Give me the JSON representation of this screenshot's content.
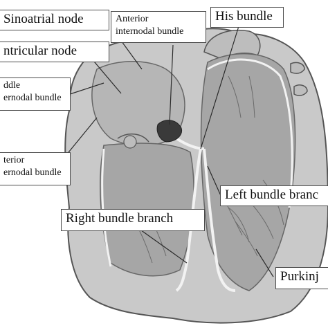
{
  "labels": {
    "sinoatrial_node": "Sinoatrial node",
    "atrioventricular_node": "ntricular node",
    "anterior_internodal": [
      "Anterior",
      "internodal bundle"
    ],
    "middle_internodal": [
      "ddle",
      "ernodal bundle"
    ],
    "posterior_internodal": [
      "terior",
      "ernodal bundle"
    ],
    "his_bundle": "His bundle",
    "left_bundle_branch": "Left bundle branc",
    "right_bundle_branch": "Right bundle branch",
    "purkinje": "Purkinj"
  },
  "colors": {
    "background": "#ffffff",
    "heart_tissue": "#c9c9c9",
    "chamber_fill": "#a6a6a6",
    "outline": "#555555",
    "conduction_path": "#f2f2f2",
    "node_dark": "#3a3a3a",
    "label_border": "#4a4a4a"
  }
}
